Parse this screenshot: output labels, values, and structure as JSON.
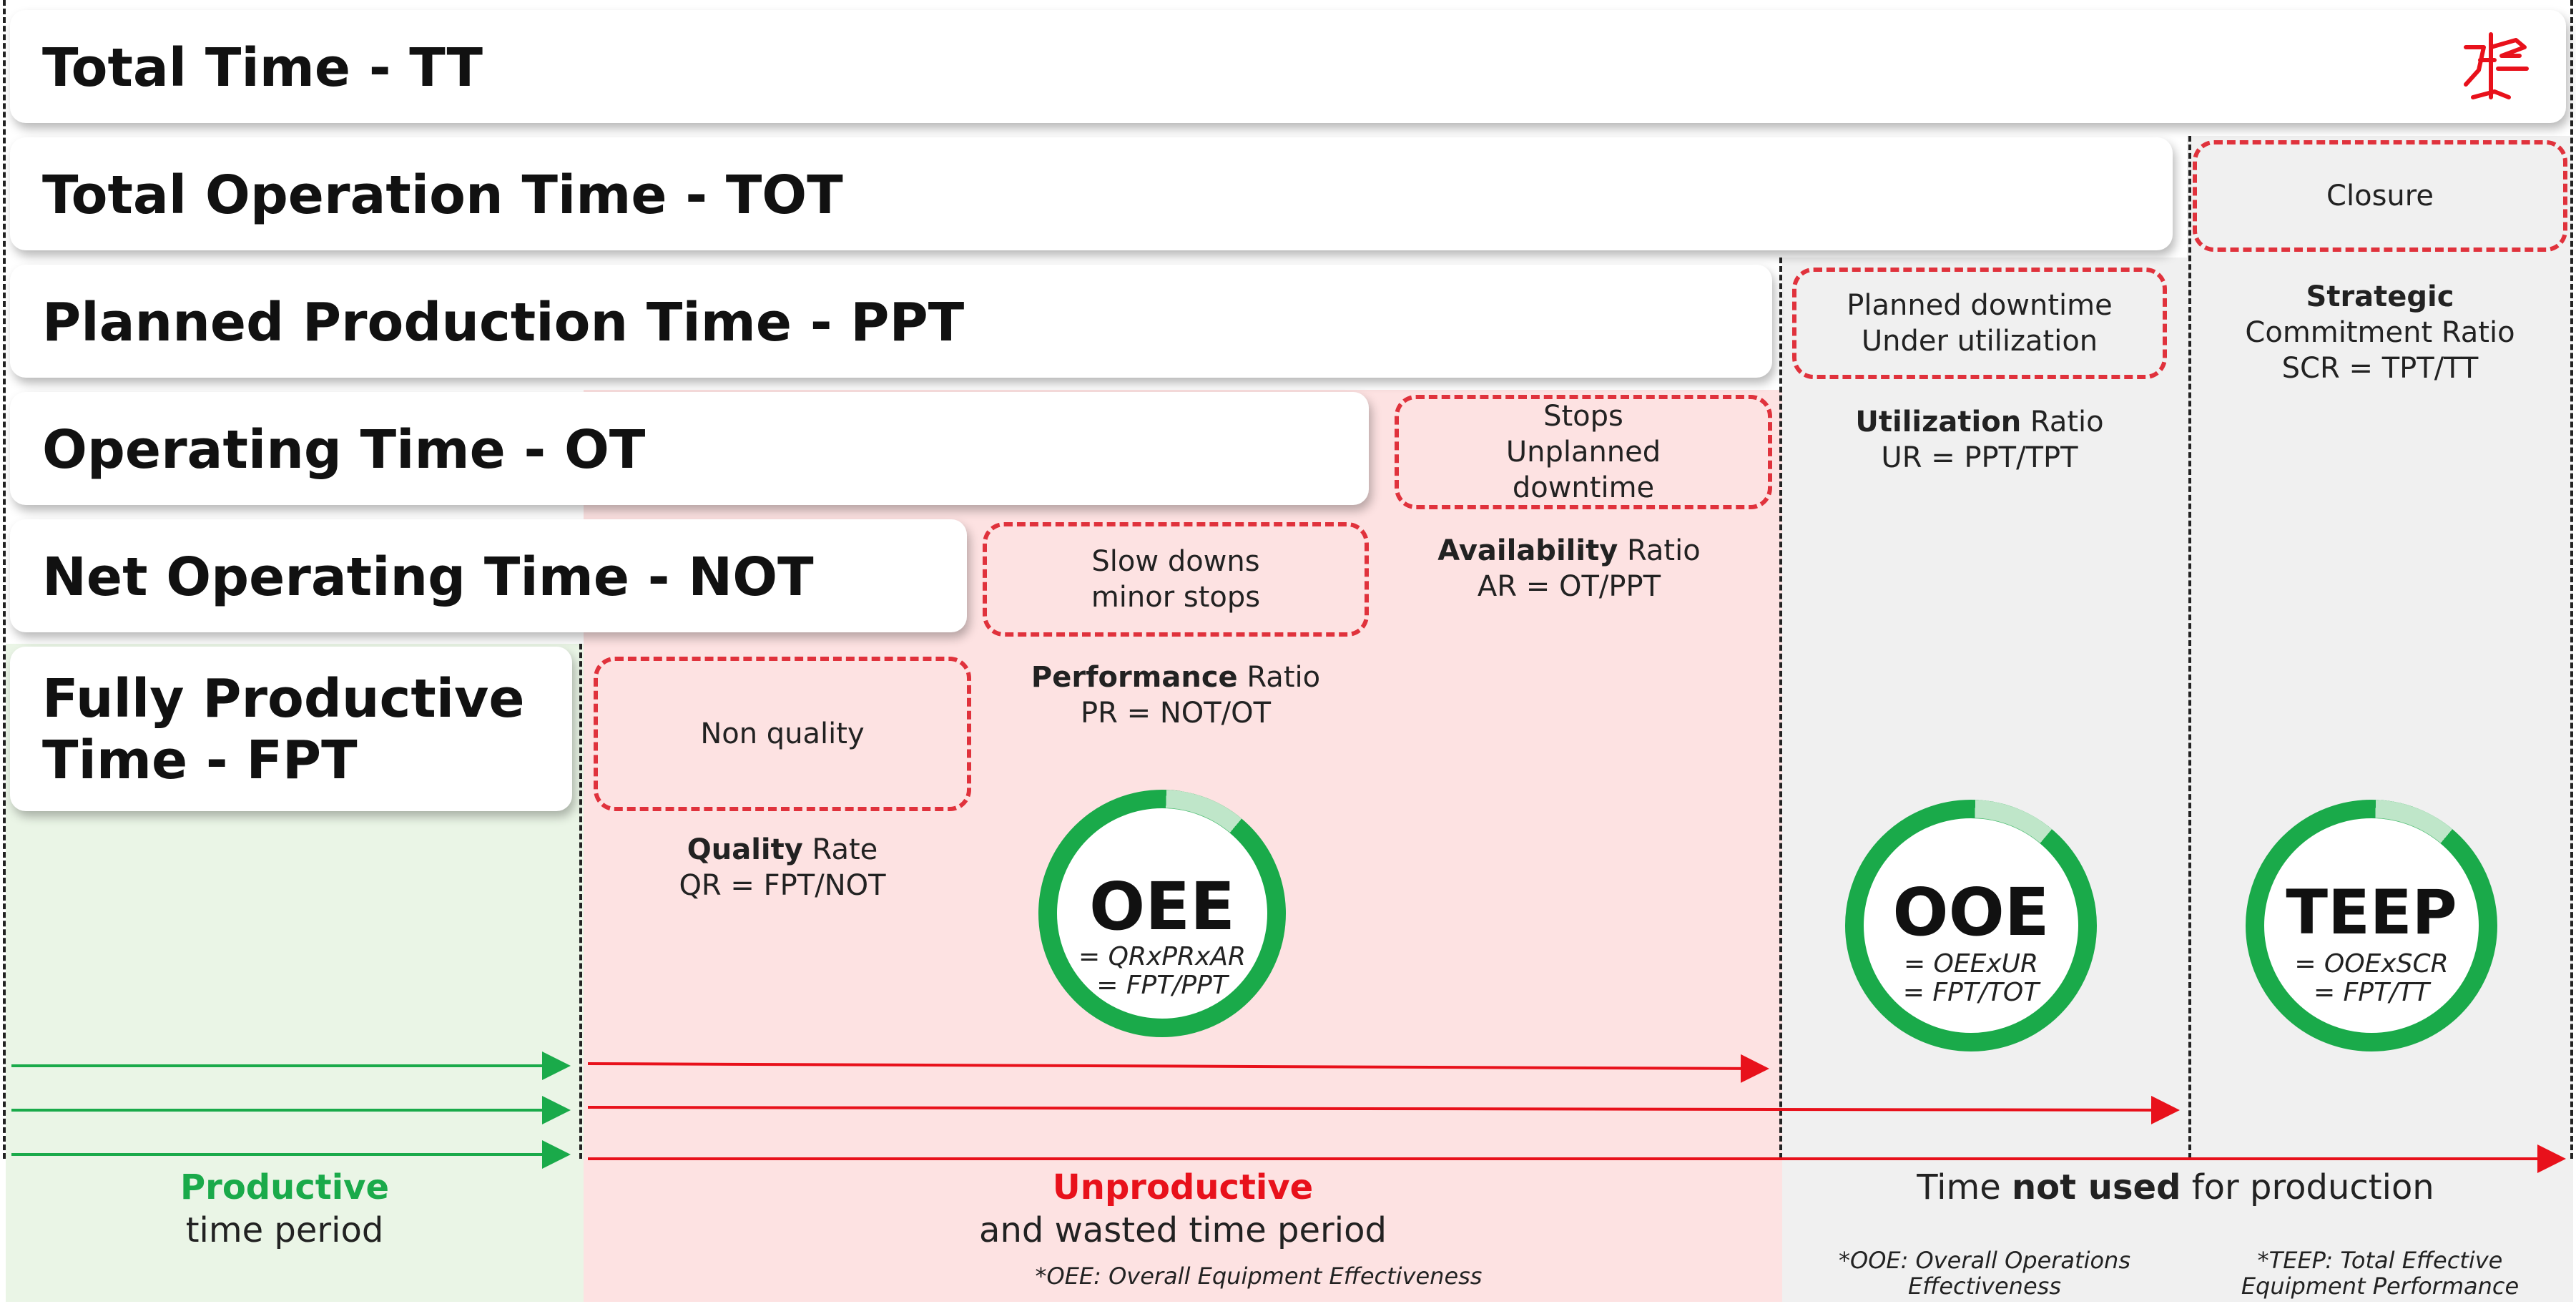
{
  "bars": {
    "tt": "Total Time - TT",
    "tot": "Total Operation Time - TOT",
    "ppt": "Planned Production Time - PPT",
    "ot": "Operating Time - OT",
    "not": "Net Operating Time - NOT",
    "fpt_line1": "Fully Productive",
    "fpt_line2": "Time - FPT"
  },
  "losses": {
    "closure": "Closure",
    "planned_l1": "Planned downtime",
    "planned_l2": "Under utilization",
    "stops_l1": "Stops",
    "stops_l2": "Unplanned",
    "stops_l3": "downtime",
    "slow_l1": "Slow downs",
    "slow_l2": "minor stops",
    "nonquality": "Non quality"
  },
  "ratios": {
    "strategic_bold": "Strategic",
    "strategic_rest": "Commitment Ratio",
    "strategic_formula": "SCR = TPT/TT",
    "utilization_bold": "Utilization",
    "utilization_rest": " Ratio",
    "utilization_formula": "UR = PPT/TPT",
    "availability_bold": "Availability",
    "availability_rest": " Ratio",
    "availability_formula": "AR = OT/PPT",
    "performance_bold": "Performance",
    "performance_rest": " Ratio",
    "performance_formula": "PR = NOT/OT",
    "quality_bold": "Quality",
    "quality_rest": " Rate",
    "quality_formula": "QR = FPT/NOT"
  },
  "metrics": {
    "oee": {
      "name": "OEE",
      "f1": "= QRxPRxAR",
      "f2": "= FPT/PPT"
    },
    "ooe": {
      "name": "OOE",
      "f1": "= OEExUR",
      "f2": "= FPT/TOT"
    },
    "teep": {
      "name": "TEEP",
      "f1": "= OOExSCR",
      "f2": "= FPT/TT"
    }
  },
  "footer": {
    "productive_bold": "Productive",
    "productive_rest": "time period",
    "unproductive_bold": "Unproductive",
    "unproductive_rest": "and wasted time period",
    "notused_pre": "Time ",
    "notused_bold": "not used",
    "notused_post": " for production",
    "oee_note": "*OEE: Overall Equipment Effectiveness",
    "ooe_note_l1": "*OOE: Overall Operations",
    "ooe_note_l2": "Effectiveness",
    "teep_note_l1": "*TEEP: Total Effective",
    "teep_note_l2": "Equipment Performance"
  },
  "colors": {
    "green": "#1aaa4a",
    "red": "#e8111b",
    "dash_red": "#e0323c",
    "green_zone": "#eaf5e6",
    "red_zone": "#fde2e2",
    "grey_zone": "#f0f0f0"
  },
  "logo_icon": "logo-icon"
}
